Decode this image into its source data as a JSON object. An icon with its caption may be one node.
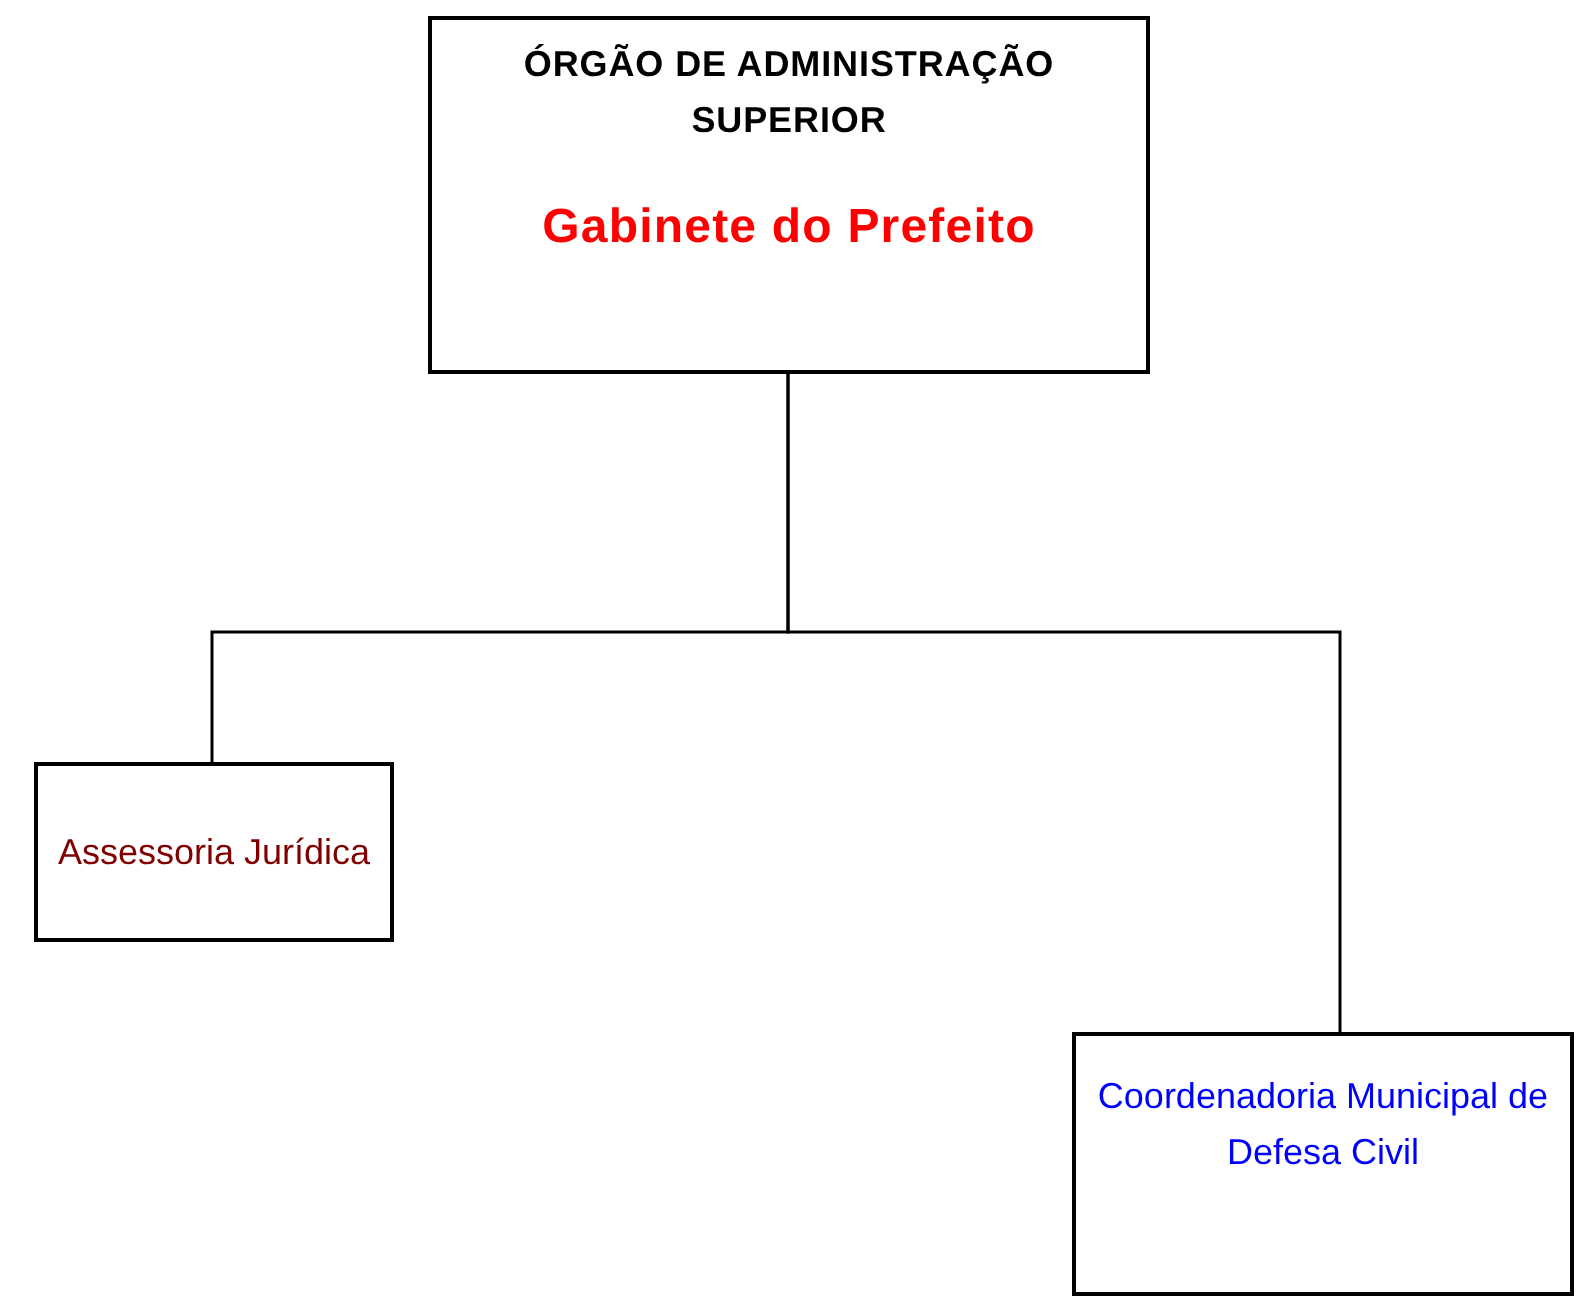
{
  "diagram": {
    "nodes": [
      {
        "text": [
          "ÓRGÃO DE ADMINISTRAÇÃO SUPERIOR",
          "Gabinete do Prefeito"
        ]
      },
      {
        "text": [
          "Assessoria Jurídica"
        ]
      },
      {
        "text": [
          "Coordenadoria Municipal de Defesa Civil"
        ]
      }
    ],
    "edges": [
      {
        "from": 0,
        "to": 1,
        "arrow": "none"
      },
      {
        "from": 0,
        "to": 2,
        "arrow": "none"
      }
    ]
  }
}
